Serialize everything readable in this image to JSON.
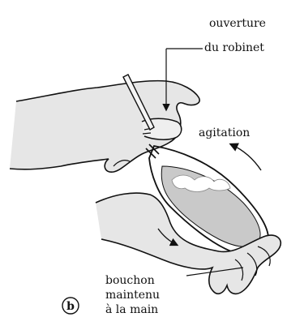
{
  "labels": {
    "stopcock_line1": "ouverture",
    "stopcock_line2": "du robinet",
    "shaking": "agitation",
    "stopper_line1": "bouchon",
    "stopper_line2": "maintenu",
    "stopper_line3": "à la main",
    "panel_letter": "b"
  },
  "colors": {
    "ink": "#111111",
    "hand_fill": "#e6e6e6",
    "liquid_fill": "#c9c9c9"
  }
}
